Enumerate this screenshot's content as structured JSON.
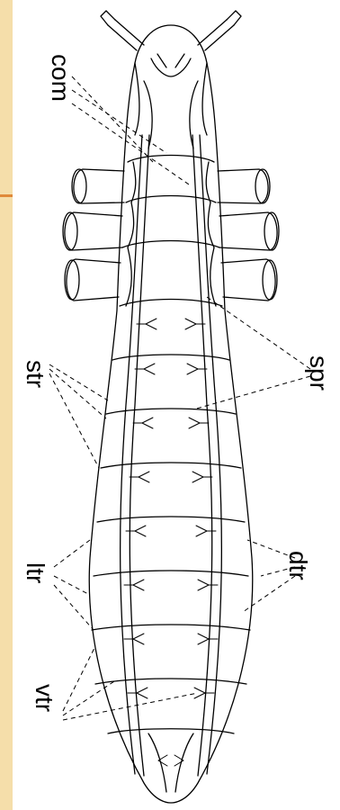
{
  "diagram": {
    "labels": {
      "com": "com",
      "spr": "spr",
      "str": "str",
      "dtr": "dtr",
      "ltr": "ltr",
      "vtr": "vtr"
    },
    "colors": {
      "background": "#ffffff",
      "ink": "#000000",
      "side_band": "#f5deaa",
      "side_band_accent": "#e08a3a"
    }
  }
}
